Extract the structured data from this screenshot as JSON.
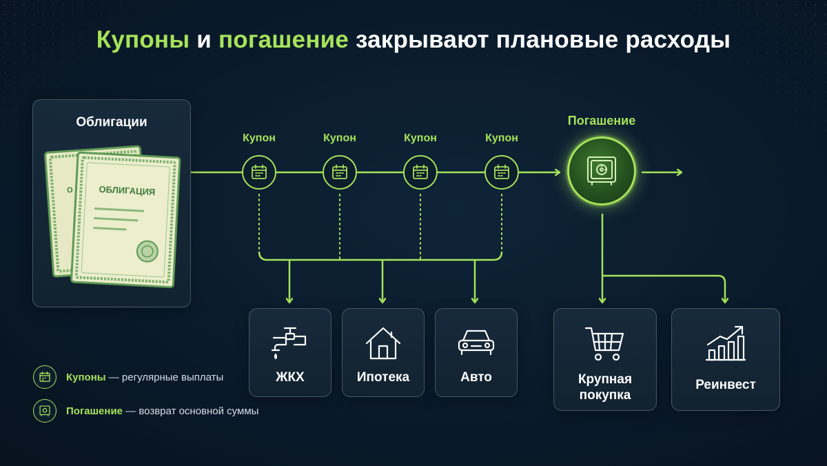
{
  "title": {
    "part1": "Купоны",
    "part2": " и ",
    "part3": "погашение",
    "part4": " закрывают плановые расходы"
  },
  "bonds": {
    "card_title": "Облигации",
    "certificate_text": "ОБЛИГАЦИЯ"
  },
  "coupons": [
    {
      "label": "Купон"
    },
    {
      "label": "Купон"
    },
    {
      "label": "Купон"
    },
    {
      "label": "Купон"
    }
  ],
  "redemption": {
    "label": "Погашение"
  },
  "coupon_targets": [
    {
      "label": "ЖКХ",
      "icon": "faucet-icon"
    },
    {
      "label": "Ипотека",
      "icon": "house-icon"
    },
    {
      "label": "Авто",
      "icon": "car-icon"
    }
  ],
  "redemption_targets": [
    {
      "label_line1": "Крупная",
      "label_line2": "покупка",
      "icon": "shopping-cart-icon"
    },
    {
      "label": "Реинвест",
      "icon": "growth-chart-icon"
    }
  ],
  "legend": [
    {
      "term": "Купоны",
      "desc": " — регулярные выплаты",
      "icon": "calendar-icon"
    },
    {
      "term": "Погашение",
      "desc": " — возврат основной суммы",
      "icon": "safe-icon"
    }
  ],
  "colors": {
    "accent": "#a6e35a",
    "background": "#0a1a2b",
    "card": "#152839",
    "certificate": "#e9ecc9",
    "certificate_border": "#5e9a55"
  }
}
